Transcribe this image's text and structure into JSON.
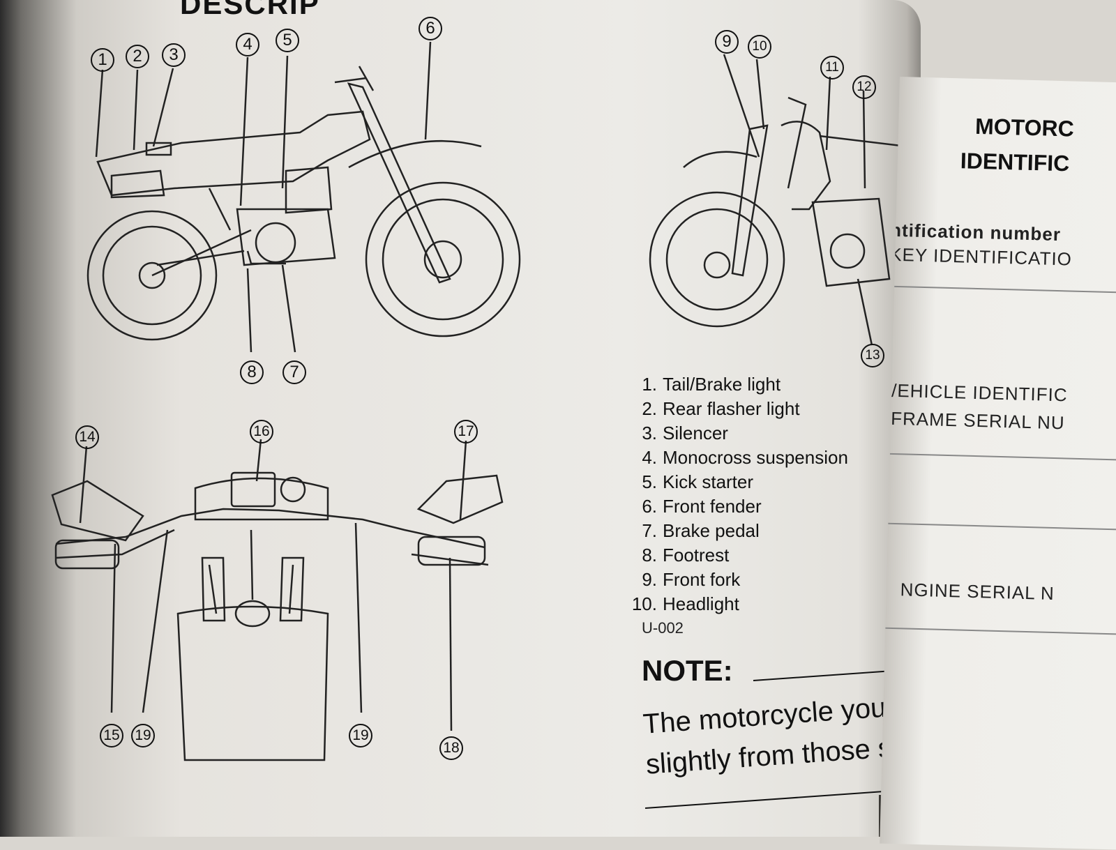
{
  "heading": "DESCRIP",
  "callouts": [
    "1",
    "2",
    "3",
    "4",
    "5",
    "6",
    "7",
    "8",
    "9",
    "10",
    "11",
    "12",
    "13",
    "14",
    "15",
    "16",
    "17",
    "18",
    "19"
  ],
  "legend": [
    {
      "num": "1.",
      "label": "Tail/Brake light"
    },
    {
      "num": "2.",
      "label": "Rear flasher light"
    },
    {
      "num": "3.",
      "label": "Silencer"
    },
    {
      "num": "4.",
      "label": "Monocross suspension"
    },
    {
      "num": "5.",
      "label": "Kick starter"
    },
    {
      "num": "6.",
      "label": "Front fender"
    },
    {
      "num": "7.",
      "label": "Brake pedal"
    },
    {
      "num": "8.",
      "label": "Footrest"
    },
    {
      "num": "9.",
      "label": "Front fork"
    },
    {
      "num": "10.",
      "label": "Headlight"
    }
  ],
  "code": "U-002",
  "note": {
    "title": "NOTE:",
    "line1": "The motorcycle you have purc",
    "line2": "slightly from those shown in th"
  },
  "right_page": {
    "title1": "MOTORC",
    "title2": "IDENTIFIC",
    "t1": "ntification number",
    "t2": "KEY IDENTIFICATIO",
    "t3": "/EHICLE IDENTIFIC",
    "t4": "FRAME SERIAL NU",
    "t5": "NGINE SERIAL N"
  }
}
